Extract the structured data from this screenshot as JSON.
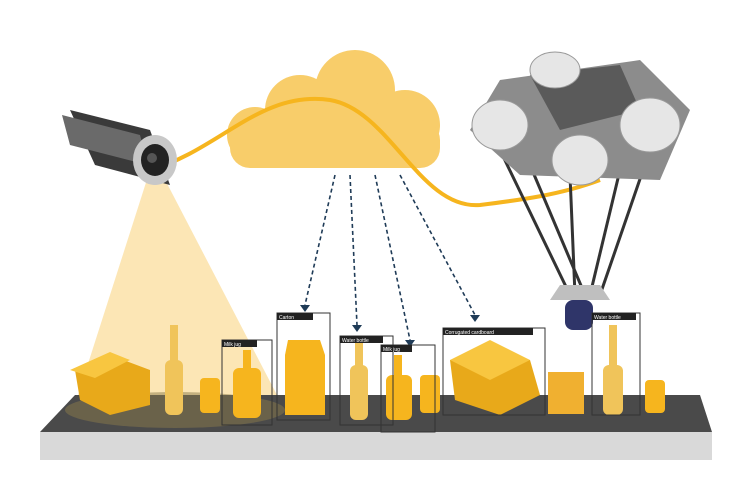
{
  "colors": {
    "accent": "#f6b51e",
    "cloud": "#f8cd6a",
    "belt_top": "#4a4a4a",
    "belt_front": "#d9d9d9",
    "arrow": "#1f3b57"
  },
  "detections": [
    {
      "label": "Milk jug"
    },
    {
      "label": "Carton"
    },
    {
      "label": "Water bottle"
    },
    {
      "label": "Milk jug"
    },
    {
      "label": "Corrugated cardboard"
    },
    {
      "label": "Water bottle"
    }
  ]
}
